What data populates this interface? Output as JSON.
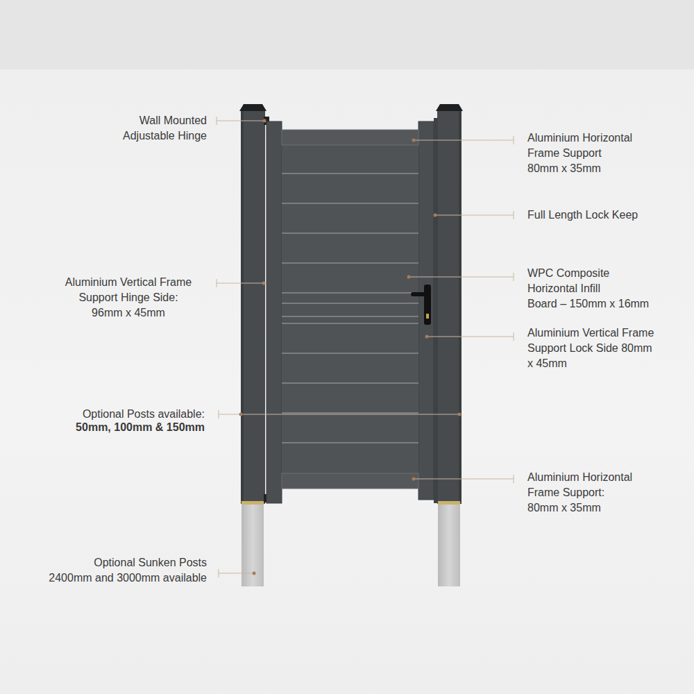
{
  "diagram": {
    "labels": [
      "Wall Mounted Adjustable Hinge",
      "Aluminium Vertical Frame Support Hinge Side: 96mm x 45mm",
      "Optional Posts available:",
      "50mm, 100mm & 150mm",
      "Optional Sunken Posts 2400mm and 3000mm available",
      "Aluminium Horizontal Frame Support 80mm x 35mm",
      "Full Length Lock Keep",
      "WPC Composite Horizontal Infill Board – 150mm x 16mm",
      "Aluminium Vertical Frame Support Lock Side 80mm x 45mm",
      "Aluminium Horizontal Frame Support: 80mm x 35mm"
    ]
  }
}
